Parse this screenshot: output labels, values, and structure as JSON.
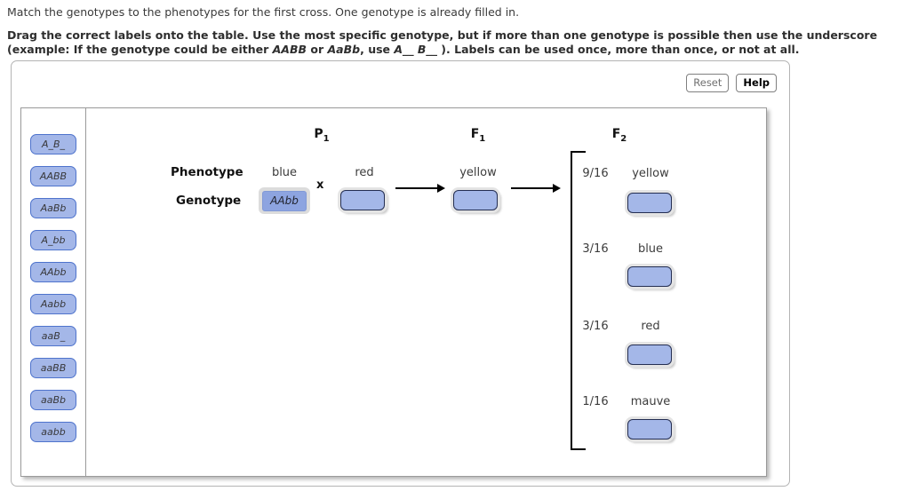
{
  "instructions": {
    "line1": "Match the genotypes to the phenotypes for the first cross. One genotype is already filled in.",
    "line2_prefix": "Drag the correct labels onto the table.  Use the most specific genotype, but if more than one genotype is possible then use the underscore (example: If the genotype could be either ",
    "genotype_example1": "AABB",
    "line2_mid1": " or ",
    "genotype_example2": "AaBb",
    "line2_mid2": ", use ",
    "genotype_example3": "A__ B__",
    "line2_suffix": " ). Labels can be used once, more than once, or not at all."
  },
  "toolbar": {
    "reset_label": "Reset",
    "help_label": "Help"
  },
  "palette": {
    "labels": [
      "A_B_",
      "AABB",
      "AaBb",
      "A_bb",
      "AAbb",
      "Aabb",
      "aaB_",
      "aaBB",
      "aaBb",
      "aabb"
    ]
  },
  "diagram": {
    "headers": {
      "p1": {
        "base": "P",
        "sub": "1"
      },
      "f1": {
        "base": "F",
        "sub": "1"
      },
      "f2": {
        "base": "F",
        "sub": "2"
      }
    },
    "row_labels": {
      "phenotype": "Phenotype",
      "genotype": "Genotype"
    },
    "p_cross": {
      "parent1_phenotype": "blue",
      "parent1_genotype": "AAbb",
      "cross_symbol": "x",
      "parent2_phenotype": "red"
    },
    "f1_phenotype": "yellow",
    "f2_rows": [
      {
        "ratio": "9/16",
        "phenotype": "yellow"
      },
      {
        "ratio": "3/16",
        "phenotype": "blue"
      },
      {
        "ratio": "3/16",
        "phenotype": "red"
      },
      {
        "ratio": "1/16",
        "phenotype": "mauve"
      }
    ]
  },
  "colors": {
    "chip_fill": "#a4b7e8",
    "chip_border": "#4e73cc",
    "filled_chip_fill": "#8da4e0",
    "drop_target_pad": "#dcdcdc",
    "drop_box_border": "#242e52"
  }
}
